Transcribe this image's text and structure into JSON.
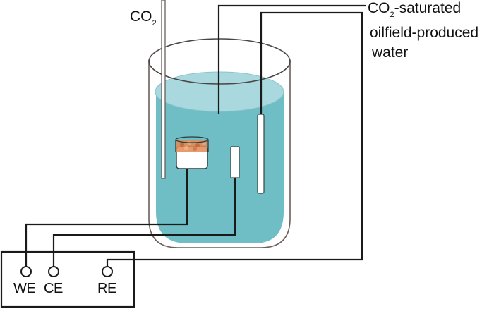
{
  "labels": {
    "co2_inlet": {
      "main": "CO",
      "sub": "2"
    },
    "solution": {
      "line1_main": "CO",
      "line1_sub": "2",
      "line1_rest": "-saturated",
      "line2": "oilfield-produced",
      "line3": "water"
    },
    "terminals": {
      "we": "WE",
      "ce": "CE",
      "re": "RE"
    }
  },
  "colors": {
    "liquid": "#6fbec6",
    "liquid_surface": "#a9d8de",
    "beaker_outline": "#6b5f5b",
    "wire": "#1a1a1a",
    "specimen": "#e08a55"
  }
}
